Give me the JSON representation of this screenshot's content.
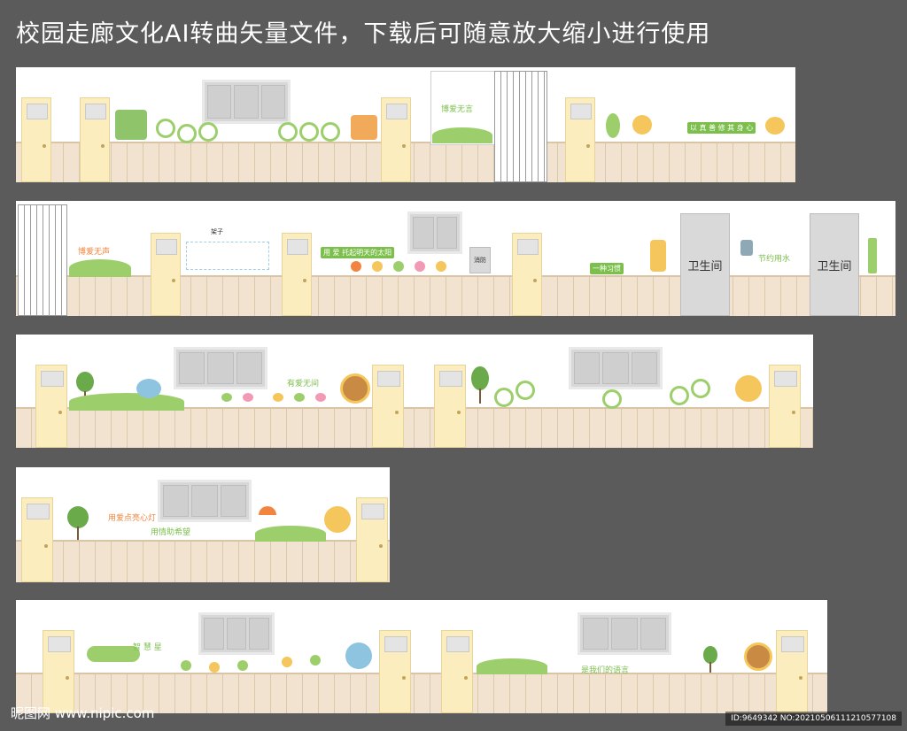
{
  "title": "校园走廊文化AI转曲矢量文件，下载后可随意放大缩小进行使用",
  "panel1": {
    "banner1_text": "博爱无言",
    "badge_text": "以 真 善 修 其 身 心"
  },
  "panel2": {
    "banner_text": "博爱无声",
    "frame_label": "架子",
    "slogan_text": "用 爱 托起明天的太阳",
    "fire_box_text": "消防",
    "reading_text": "一种习惯",
    "restroom1": "卫生间",
    "restroom2": "卫生间",
    "water_text": "节约用水"
  },
  "panel3": {
    "slogan_text": "有爱无间"
  },
  "panel4": {
    "slogan1": "用爱点亮心灯",
    "slogan2": "用情助希望"
  },
  "panel5": {
    "star_text": "智 慧 星",
    "lang_text": "是我们的语言"
  },
  "watermark_left": "昵图网 www.nipic.com",
  "watermark_right": "ID:9649342 NO:20210506111210577108",
  "colors": {
    "background": "#5b5b5b",
    "wall": "#ffffff",
    "wainscot": "#f1e3cf",
    "door": "#fbedbe",
    "green": "#7cbf4c",
    "yellow": "#f5c65b"
  }
}
